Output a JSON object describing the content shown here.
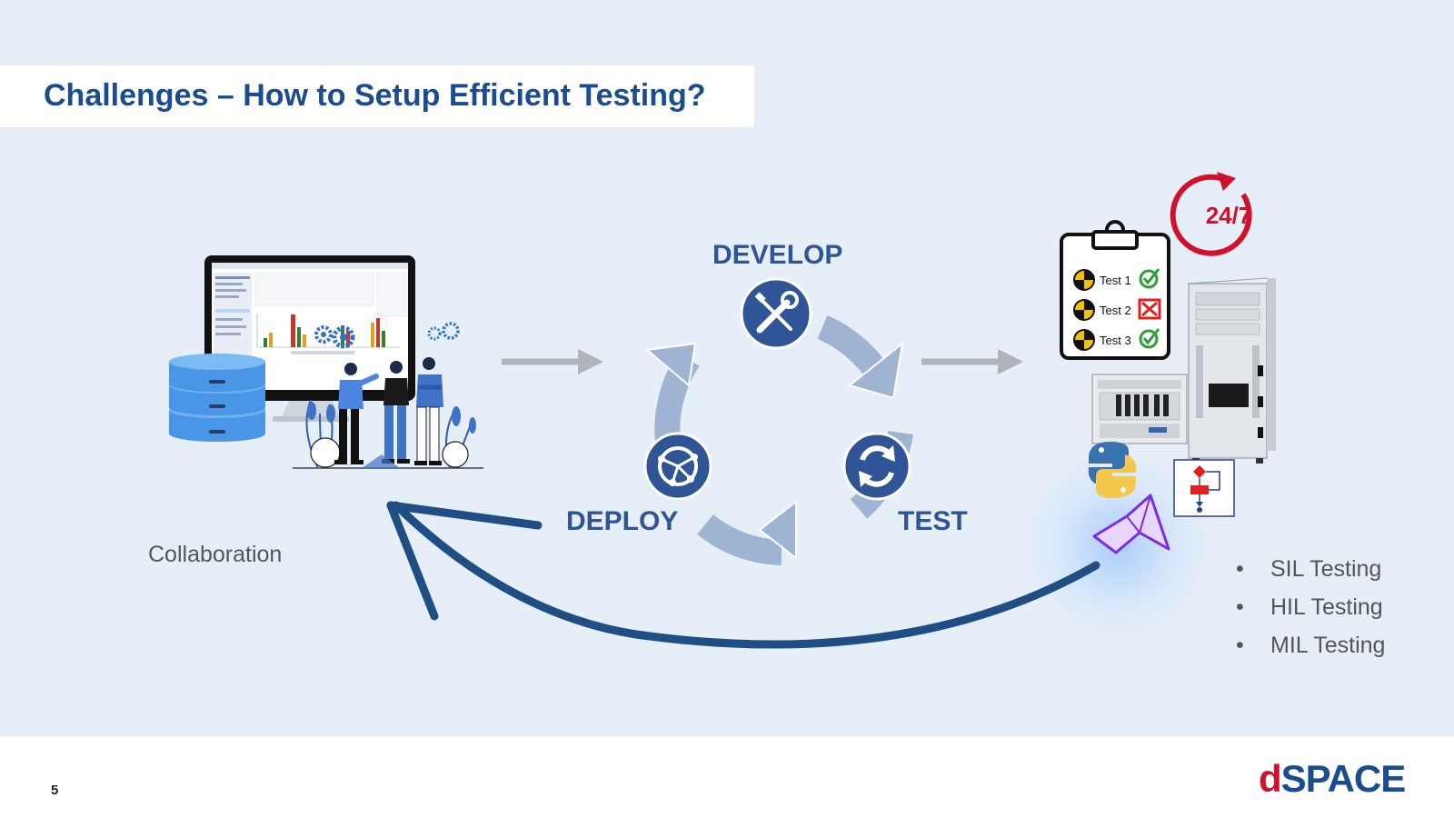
{
  "slide": {
    "title": "Challenges – How to Setup Efficient Testing?",
    "page_number": "5"
  },
  "cycle": {
    "develop": "DEVELOP",
    "test": "TEST",
    "deploy": "DEPLOY"
  },
  "collaboration": {
    "label": "Collaboration"
  },
  "testing": {
    "badge": "24/7",
    "checklist": [
      {
        "label": "Test 1",
        "status": "pass"
      },
      {
        "label": "Test 2",
        "status": "fail"
      },
      {
        "label": "Test 3",
        "status": "pass"
      }
    ],
    "types": [
      "SIL Testing",
      "HIL Testing",
      "MIL Testing"
    ]
  },
  "logo": {
    "d": "d",
    "space": "SPACE"
  },
  "colors": {
    "title": "#1a4d8f",
    "background": "#e6eef8",
    "cycle_arrow": "#9fb3d3",
    "cycle_icon": "#2f5597",
    "return_arrow": "#1f4e85",
    "badge_red": "#d1112b",
    "pass_green": "#2e9d3a",
    "fail_red": "#e02020"
  },
  "icons": [
    "database-icon",
    "monitor-icon",
    "people-icon",
    "gear-icon",
    "wrench-screwdriver-icon",
    "refresh-icon",
    "globe-network-icon",
    "clipboard-icon",
    "crash-test-icon",
    "check-icon",
    "cross-icon",
    "clock-arrow-icon",
    "server-rack-icon",
    "python-icon",
    "matlab-icon",
    "flowchart-icon"
  ]
}
